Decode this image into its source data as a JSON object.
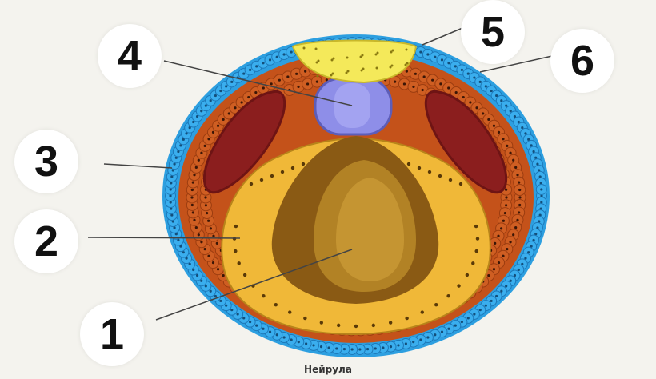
{
  "diagram": {
    "caption": "Нейрула",
    "labels": [
      {
        "id": "1",
        "text": "1"
      },
      {
        "id": "2",
        "text": "2"
      },
      {
        "id": "3",
        "text": "3"
      },
      {
        "id": "4",
        "text": "4"
      },
      {
        "id": "5",
        "text": "5"
      },
      {
        "id": "6",
        "text": "6"
      }
    ]
  },
  "colors": {
    "ectoderm": "#2d9fe0",
    "mesoderm": "#c4521a",
    "coelom": "#8b1e1e",
    "endoderm": "#f0b838",
    "gut_cavity": "#8a5a14",
    "notochord": "#8e8ee8",
    "neural_plate": "#f4e95a"
  }
}
